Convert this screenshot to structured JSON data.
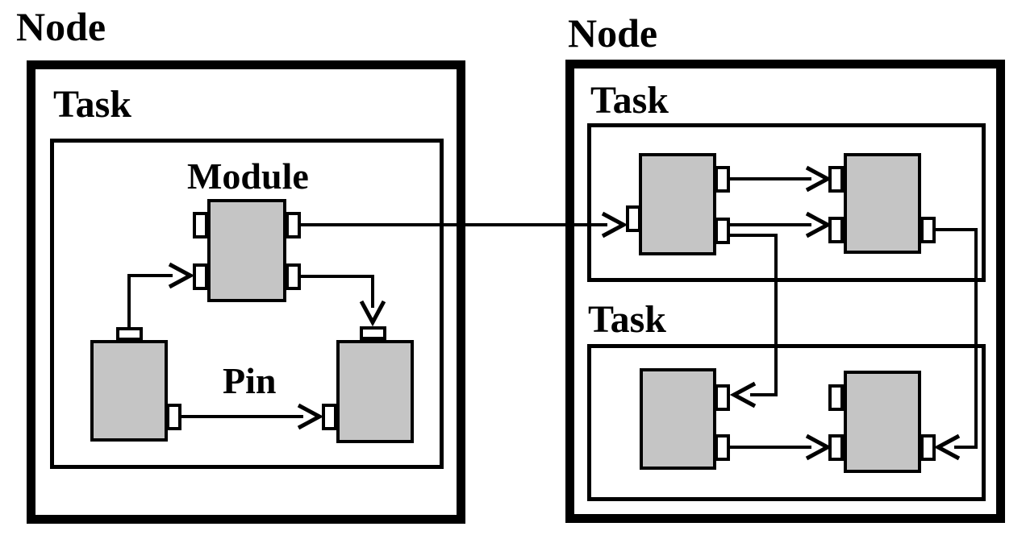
{
  "diagram": {
    "left_node": {
      "label": "Node",
      "task": {
        "label": "Task",
        "modules": [
          "center-module",
          "bottom-left-module",
          "bottom-right-module"
        ]
      },
      "annotations": {
        "module": "Module",
        "pin": "Pin"
      }
    },
    "right_node": {
      "label": "Node",
      "tasks": [
        {
          "label": "Task",
          "modules": [
            "top-left-module",
            "top-right-module"
          ]
        },
        {
          "label": "Task",
          "modules": [
            "bottom-left-module",
            "bottom-right-module"
          ]
        }
      ]
    },
    "connections": [
      {
        "from": "left-node.bottom-left-module.top-pin",
        "to": "left-node.center-module.left-pin-2"
      },
      {
        "from": "left-node.center-module.right-pin-2",
        "to": "left-node.bottom-right-module.top-pin"
      },
      {
        "from": "left-node.bottom-left-module.right-pin",
        "to": "left-node.bottom-right-module.left-pin"
      },
      {
        "from": "left-node.center-module.right-pin-1",
        "to": "right-node.task-top.left-module.left-pin"
      },
      {
        "from": "right-node.task-top.left-module.right-pin-1",
        "to": "right-node.task-top.right-module.left-pin-1"
      },
      {
        "from": "right-node.task-top.left-module.right-pin-2",
        "to": "right-node.task-top.right-module.left-pin-2"
      },
      {
        "from": "right-node.task-top.left-module.right-pin-2",
        "to": "right-node.task-bottom.left-module.right-pin-1"
      },
      {
        "from": "right-node.task-bottom.left-module.right-pin-2",
        "to": "right-node.task-bottom.right-module.left-pin-2"
      },
      {
        "from": "right-node.task-top.right-module.right-pin",
        "to": "right-node.task-bottom.right-module.right-pin"
      }
    ]
  },
  "colors": {
    "line": "#000000",
    "module_fill": "#c5c5c5",
    "pin_fill": "#ffffff",
    "background": "#ffffff"
  }
}
